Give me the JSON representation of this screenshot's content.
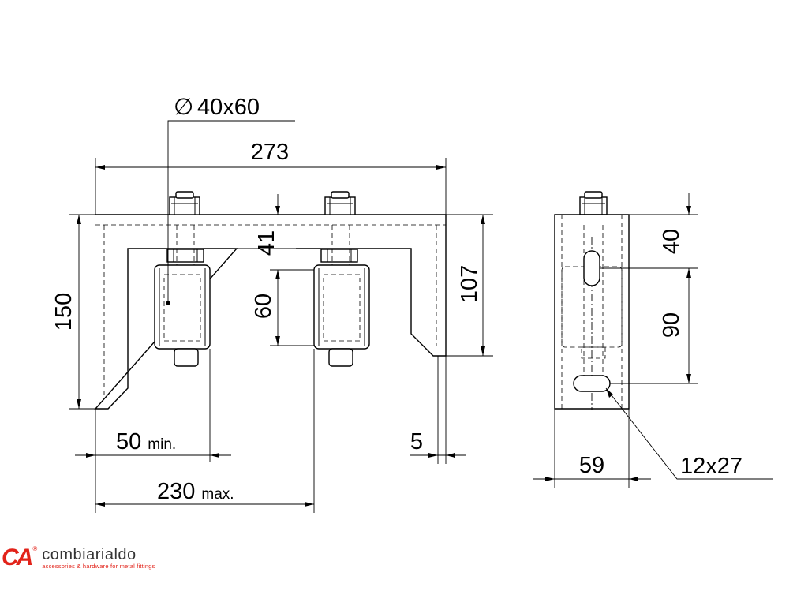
{
  "dimensions": {
    "diameter_symbol": "∅",
    "roller_size": "40x60",
    "overall_width": "273",
    "overall_height": "150",
    "top_offset": "41",
    "roller_height": "60",
    "inner_height": "107",
    "min_edge": "50",
    "min_suffix": "min.",
    "lip": "5",
    "max_span": "230",
    "max_suffix": "max.",
    "side_top": "40",
    "side_slot_spacing": "90",
    "side_width": "59",
    "slot_size": "12x27"
  },
  "logo": {
    "mark": "CA",
    "registered": "®",
    "name": "combiarialdo",
    "tagline": "accessories & hardware for metal fittings",
    "brand_color": "#e2231a"
  }
}
